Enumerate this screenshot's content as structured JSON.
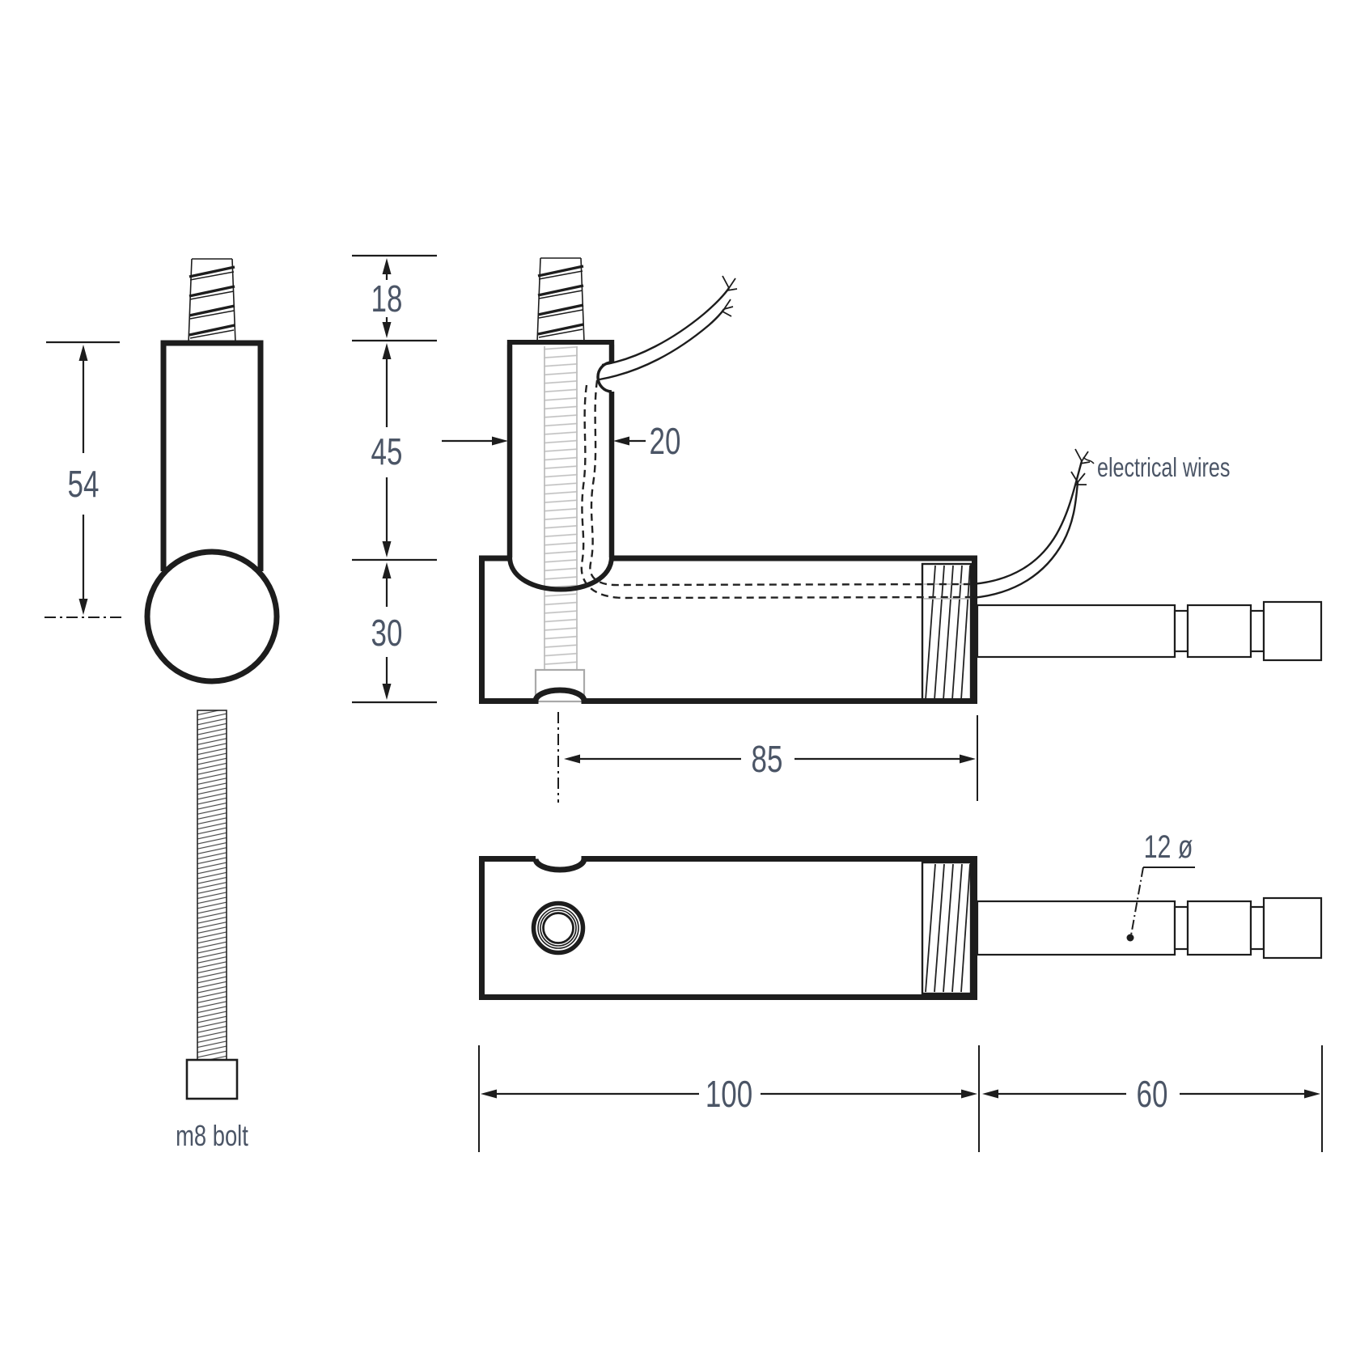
{
  "drawing": {
    "dimensions": {
      "cylinder_height": {
        "value": "54"
      },
      "stud_length": {
        "value": "18"
      },
      "tower_height": {
        "value": "45"
      },
      "body_height": {
        "value": "30"
      },
      "tower_width": {
        "value": "20"
      },
      "hole_to_end": {
        "value": "85"
      },
      "probe_diameter": {
        "value": "12 ø"
      },
      "body_length": {
        "value": "100"
      },
      "probe_length": {
        "value": "60"
      }
    },
    "labels": {
      "bolt": "m8 bolt",
      "wires": "electrical wires"
    },
    "colors": {
      "line": "#1d1d1d",
      "label_text": "#4b5566",
      "thread_gray": "#bfbfbf"
    }
  }
}
